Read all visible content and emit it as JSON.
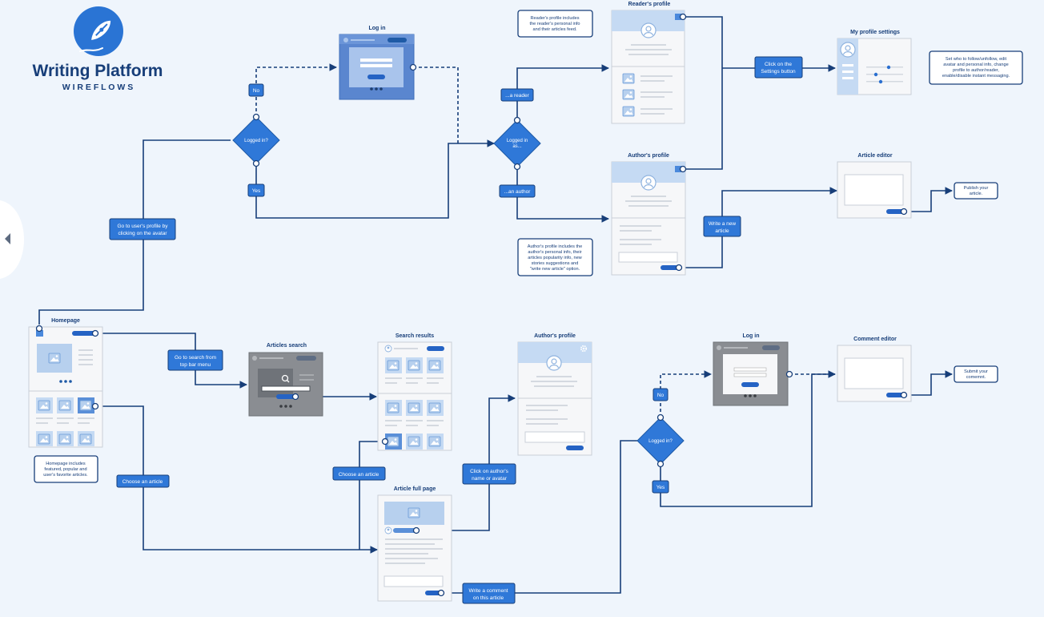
{
  "brand": {
    "title": "Writing Platform",
    "subtitle": "W I R E F L O W S"
  },
  "screens": {
    "login_top": "Log in",
    "readers_profile": "Reader's profile",
    "my_profile_settings": "My profile settings",
    "authors_profile_top": "Author's profile",
    "article_editor": "Article editor",
    "homepage": "Homepage",
    "articles_search": "Articles search",
    "search_results": "Search results",
    "authors_profile_bottom": "Author's profile",
    "login_bottom": "Log in",
    "comment_editor": "Comment editor",
    "article_full_page": "Article full page"
  },
  "decisions": {
    "logged_in_top": "Logged in?",
    "logged_in_as": [
      "Logged in",
      "as..."
    ],
    "logged_in_bottom": "Logged in?"
  },
  "labels": {
    "no_top": "No",
    "yes_top": "Yes",
    "a_reader": "...a reader",
    "an_author": "...an author",
    "go_to_profile": [
      "Go to user's profile by",
      "clicking on the avatar"
    ],
    "click_settings": [
      "Click on the",
      "Settings button"
    ],
    "write_new_article": [
      "Write a new",
      "article"
    ],
    "go_to_search": [
      "Go to search from",
      "top bar menu"
    ],
    "choose_article_left": "Choose an article",
    "choose_article_mid": "Choose an article",
    "click_author": [
      "Click on author's",
      "name or avatar"
    ],
    "write_comment": [
      "Write a comment",
      "on this article"
    ],
    "no_bottom": "No",
    "yes_bottom": "Yes"
  },
  "notes": {
    "reader_profile_note": [
      "Reader's profile includes",
      "the reader's personal info",
      "and their articles feed."
    ],
    "author_profile_note": [
      "Author's profile includes the",
      "author's personal info, their",
      "articles popularity info, new",
      "stories suggestions and",
      "\"write new article\" option."
    ],
    "settings_note": [
      "Set who to follow/unfollow, edit",
      "avatar and personal info, change",
      "profile to author/reader,",
      "enable/disable instant messaging."
    ],
    "publish_note": [
      "Publish your",
      "article."
    ],
    "homepage_note": [
      "Homepage includes",
      "featured, popular and",
      "user's favorite articles."
    ],
    "submit_comment_note": [
      "Submit your",
      "comemnt."
    ]
  },
  "colors": {
    "background": "#eff5fc",
    "navy": "#173e79",
    "accent": "#3d7fd9",
    "accent_dark": "#1e5aa6",
    "screen_fill": "#f6f7f9",
    "placeholder": "#b7d0ee"
  }
}
